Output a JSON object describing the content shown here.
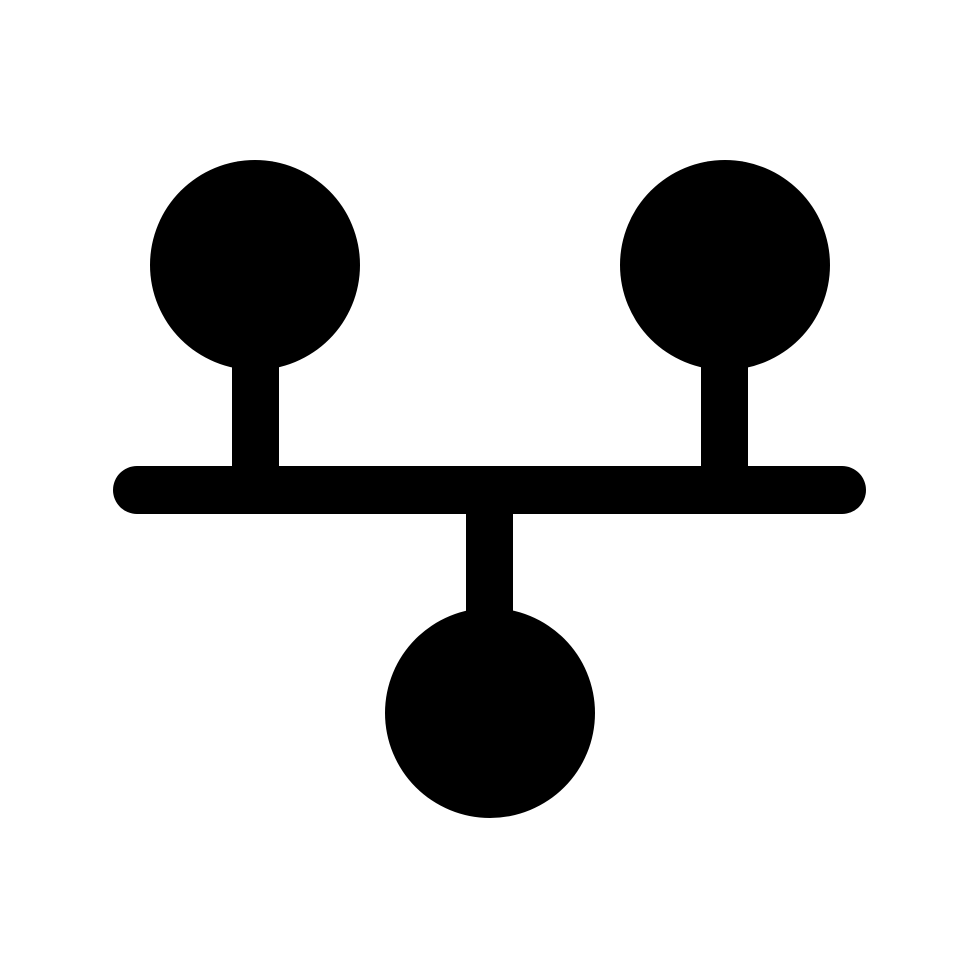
{
  "icon": {
    "name": "network-hierarchy-icon",
    "fill_color": "#000000",
    "background_color": "#ffffff",
    "nodes": [
      "top-left-node",
      "top-right-node",
      "bottom-center-node"
    ],
    "connector": "horizontal-bus-line"
  }
}
